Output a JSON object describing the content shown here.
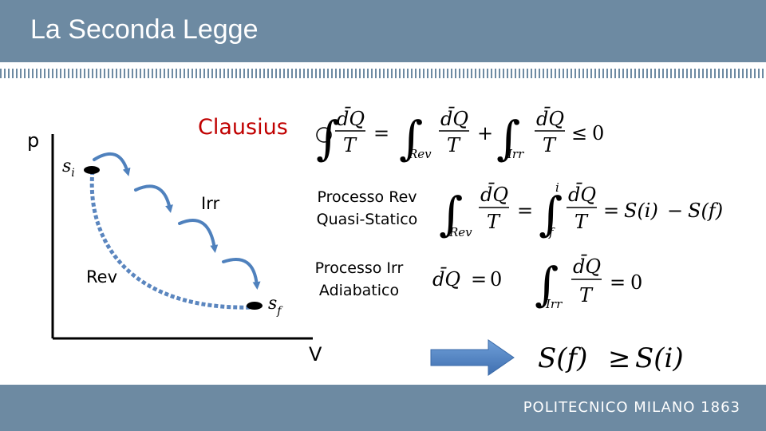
{
  "header": {
    "title": "La Seconda Legge"
  },
  "footer": {
    "brand": "POLITECNICO MILANO 1863"
  },
  "diagram": {
    "axis_y_label": "p",
    "axis_x_label": "V",
    "clausius_label": "Clausius",
    "irr_label": "Irr",
    "rev_label": "Rev",
    "state_initial": "s",
    "state_initial_sub": "i",
    "state_final": "s",
    "state_final_sub": "f",
    "process_rev_line1": "Processo Rev",
    "process_rev_line2": "Quasi-Statico",
    "process_irr_line1": "Processo Irr",
    "process_irr_line2": "Adiabatico"
  },
  "equations": {
    "dq": "d̄Q",
    "T": "T",
    "eq": "=",
    "plus": "+",
    "minus": "−",
    "le": "≤",
    "ge": "≥",
    "zero": "0",
    "sub_rev": "Rev",
    "sub_irr": "Irr",
    "lim_i": "i",
    "lim_f": "f",
    "S_i": "S(i)",
    "S_f": "S(f)"
  },
  "colors": {
    "header": "#6d8aa2",
    "clausius": "#c00000",
    "arrow": "#4f81bd",
    "rev_path": "#5b86bf"
  }
}
